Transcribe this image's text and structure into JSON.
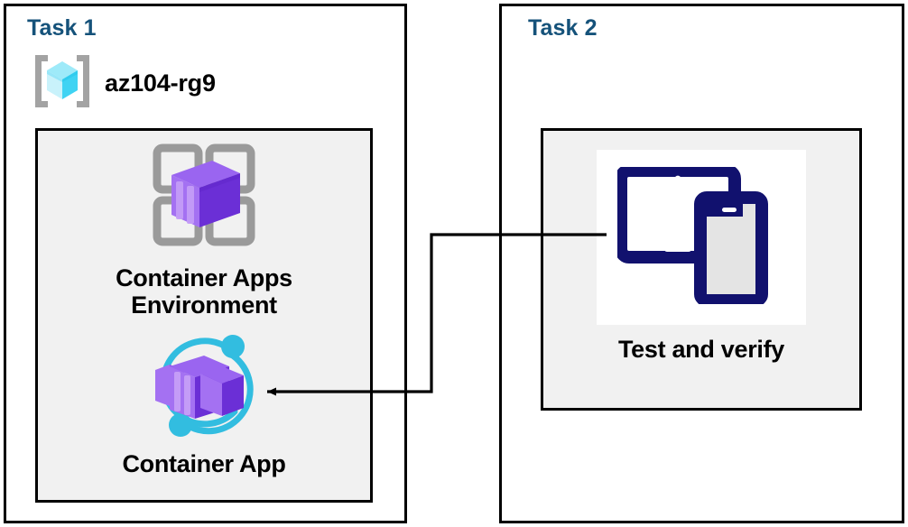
{
  "diagram": {
    "title_color": "#15527a",
    "accent_purple": "#8e5ae8",
    "accent_purple_dark": "#5c2dbf",
    "accent_cyan": "#32bde0",
    "device_navy": "#11116e",
    "grey_box_fill": "#f1f1f1",
    "border_color": "#000000"
  },
  "task1": {
    "label": "Task 1",
    "resource_group": {
      "name": "az104-rg9",
      "icon": "azure-resource-group-icon"
    },
    "items": [
      {
        "caption": "Container Apps\nEnvironment",
        "icon": "container-apps-environment-icon"
      },
      {
        "caption": "Container App",
        "icon": "container-app-icon"
      }
    ]
  },
  "task2": {
    "label": "Task 2",
    "items": [
      {
        "caption": "Test and verify",
        "icon": "devices-tablet-phone-icon"
      }
    ]
  },
  "connector": {
    "name": "test-to-container-app-arrow",
    "from": "Test and verify",
    "to": "Container App",
    "direction": "left",
    "color": "#000000"
  }
}
